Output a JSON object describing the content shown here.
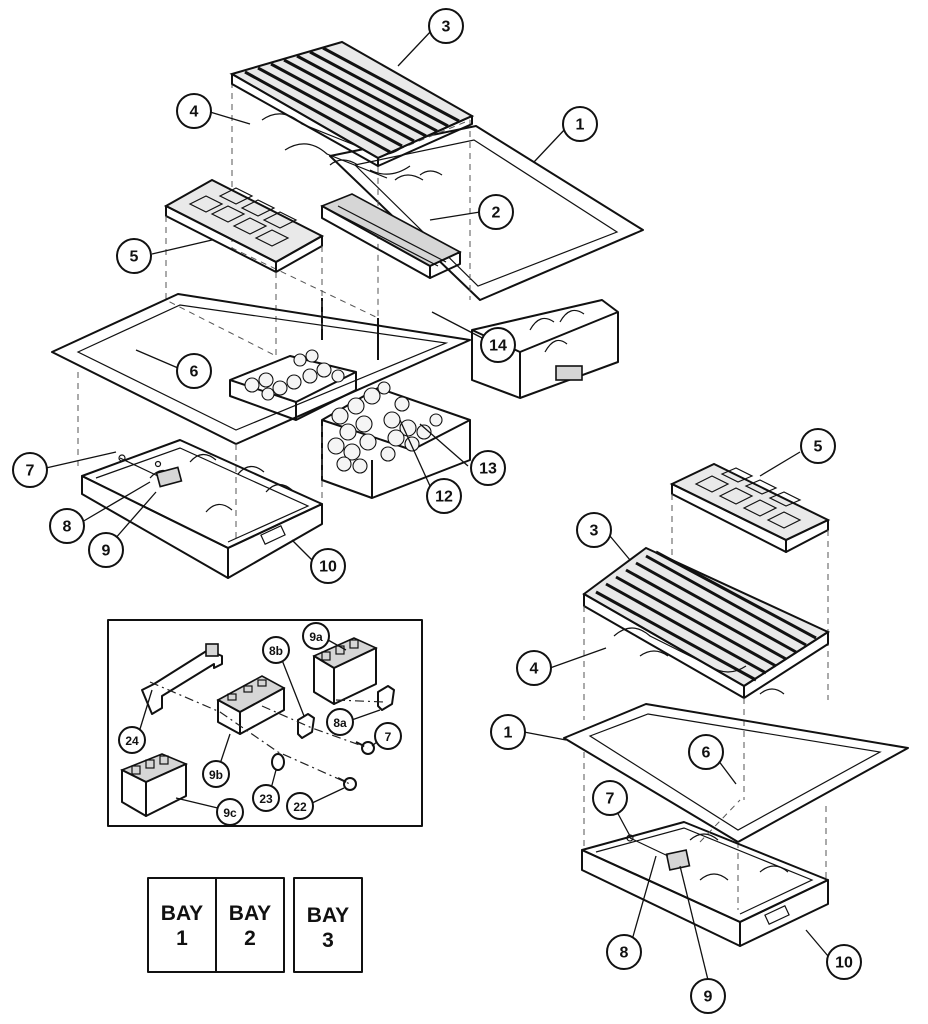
{
  "callouts_left": {
    "c1": "1",
    "c2": "2",
    "c3": "3",
    "c4": "4",
    "c5": "5",
    "c6": "6",
    "c7": "7",
    "c8": "8",
    "c9": "9",
    "c10": "10",
    "c12": "12",
    "c13": "13",
    "c14": "14"
  },
  "callouts_detail": {
    "c9a": "9a",
    "c8b": "8b",
    "c8a": "8a",
    "c7": "7",
    "c24": "24",
    "c9b": "9b",
    "c23": "23",
    "c22": "22",
    "c9c": "9c"
  },
  "callouts_right": {
    "c5": "5",
    "c3": "3",
    "c4": "4",
    "c1": "1",
    "c6": "6",
    "c7": "7",
    "c8": "8",
    "c9": "9",
    "c10": "10"
  },
  "bay_legend": [
    {
      "word": "BAY",
      "num": "1"
    },
    {
      "word": "BAY",
      "num": "2"
    },
    {
      "word": "BAY",
      "num": "3"
    }
  ]
}
